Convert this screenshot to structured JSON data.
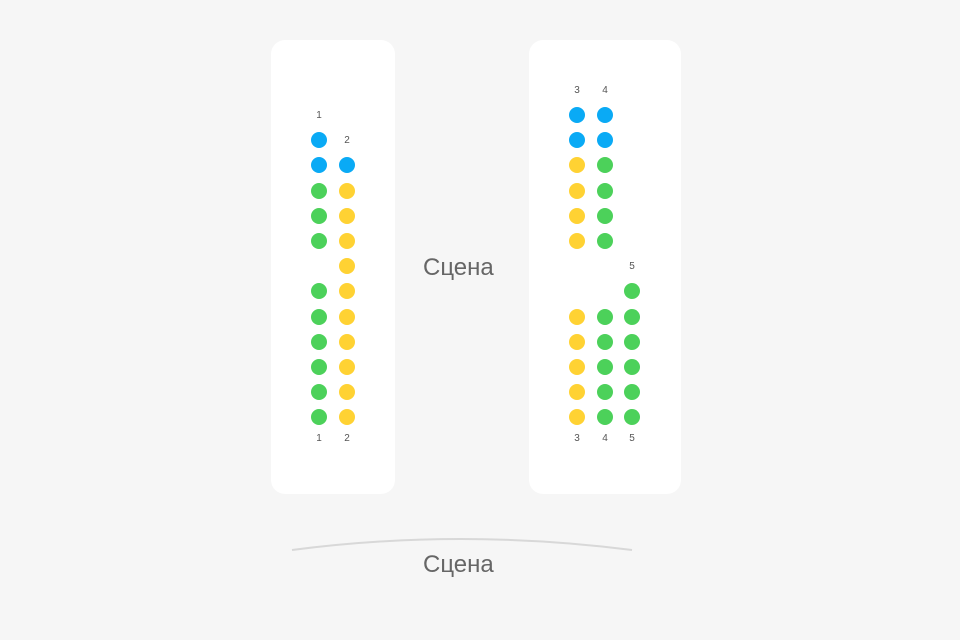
{
  "stage_label_middle": "Сцена",
  "stage_label_bottom": "Сцена",
  "status_colors": {
    "blue": "#0aaaf5",
    "green": "#4cd15a",
    "yellow": "#ffd233"
  },
  "sections": [
    {
      "id": "left",
      "columns": [
        {
          "label": "1",
          "seats": [
            [
              1,
              "blue"
            ],
            [
              2,
              "blue"
            ],
            [
              3,
              "green"
            ],
            [
              4,
              "green"
            ],
            [
              5,
              "green"
            ],
            [
              7,
              "green"
            ],
            [
              8,
              "green"
            ],
            [
              9,
              "green"
            ],
            [
              10,
              "green"
            ],
            [
              11,
              "green"
            ],
            [
              12,
              "green"
            ]
          ]
        },
        {
          "label": "2",
          "seats": [
            [
              2,
              "blue"
            ],
            [
              3,
              "yellow"
            ],
            [
              4,
              "yellow"
            ],
            [
              5,
              "yellow"
            ],
            [
              6,
              "yellow"
            ],
            [
              7,
              "yellow"
            ],
            [
              8,
              "yellow"
            ],
            [
              9,
              "yellow"
            ],
            [
              10,
              "yellow"
            ],
            [
              11,
              "yellow"
            ],
            [
              12,
              "yellow"
            ]
          ]
        }
      ]
    },
    {
      "id": "right",
      "columns": [
        {
          "label": "3",
          "seats": [
            [
              0,
              "blue"
            ],
            [
              1,
              "blue"
            ],
            [
              2,
              "yellow"
            ],
            [
              3,
              "yellow"
            ],
            [
              4,
              "yellow"
            ],
            [
              5,
              "yellow"
            ],
            [
              8,
              "yellow"
            ],
            [
              9,
              "yellow"
            ],
            [
              10,
              "yellow"
            ],
            [
              11,
              "yellow"
            ],
            [
              12,
              "yellow"
            ]
          ]
        },
        {
          "label": "4",
          "seats": [
            [
              0,
              "blue"
            ],
            [
              1,
              "blue"
            ],
            [
              2,
              "green"
            ],
            [
              3,
              "green"
            ],
            [
              4,
              "green"
            ],
            [
              5,
              "green"
            ],
            [
              8,
              "green"
            ],
            [
              9,
              "green"
            ],
            [
              10,
              "green"
            ],
            [
              11,
              "green"
            ],
            [
              12,
              "green"
            ]
          ]
        },
        {
          "label": "5",
          "seats": [
            [
              7,
              "green"
            ],
            [
              8,
              "green"
            ],
            [
              9,
              "green"
            ],
            [
              10,
              "green"
            ],
            [
              11,
              "green"
            ],
            [
              12,
              "green"
            ]
          ]
        }
      ]
    }
  ]
}
